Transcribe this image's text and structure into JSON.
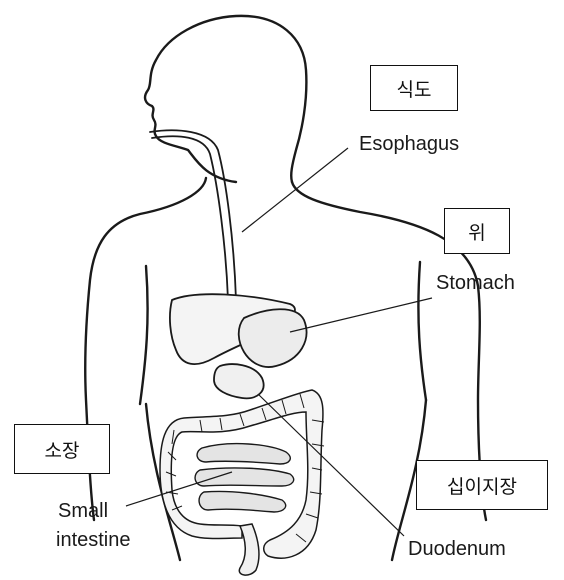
{
  "labels": {
    "esophagus": {
      "ko": "식도",
      "en": "Esophagus"
    },
    "stomach": {
      "ko": "위",
      "en": "Stomach"
    },
    "small_intestine": {
      "ko": "소장",
      "en_line1": "Small",
      "en_line2": "intestine"
    },
    "duodenum": {
      "ko": "십이지장",
      "en": "Duodenum"
    }
  },
  "colors": {
    "outline": "#1a1a1a",
    "organ_fill": "#f4f4f4",
    "organ_shade": "#d9d9d9"
  }
}
